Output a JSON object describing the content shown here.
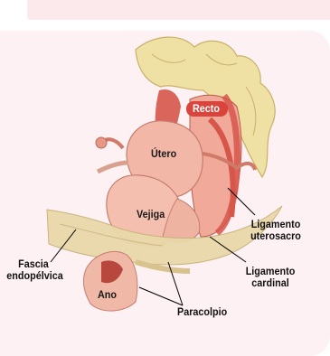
{
  "labels": {
    "recto": "Recto",
    "utero": "Útero",
    "vejiga": "Vejiga",
    "ano": "Ano",
    "ligamento_uterosacro": "Ligamento\nuterosacro",
    "ligamento_cardinal": "Ligamento\ncardinal",
    "fascia_endopelvica": "Fascia\nendopélvica",
    "paracolpio": "Paracolpio"
  },
  "colors": {
    "background_panel": "#fdf1f3",
    "top_band": "#fbe9ec",
    "bone": "#efe0a4",
    "bone_shadow": "#c9b06a",
    "muscle": "#d6564a",
    "organ_pink": "#f3b7a8",
    "recto_badge": "#d9443c",
    "fascia_fill": "#e9d8a9",
    "leader_line": "#000000"
  }
}
